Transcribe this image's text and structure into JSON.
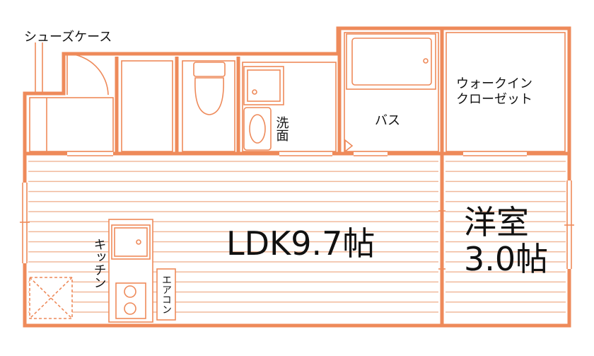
{
  "plan": {
    "wall_color": "#ee8a5a",
    "line_color": "#f0b494",
    "labels": {
      "shoe_case": "シューズケース",
      "walk_in_closet_line1": "ウォークイン",
      "walk_in_closet_line2": "クローゼット",
      "bath": "バス",
      "washroom": "洗面",
      "ldk": "LDK9.7帖",
      "western_room_line1": "洋室",
      "western_room_line2": "3.0帖",
      "kitchen": "キッチン",
      "aircon": "エアコン"
    }
  }
}
